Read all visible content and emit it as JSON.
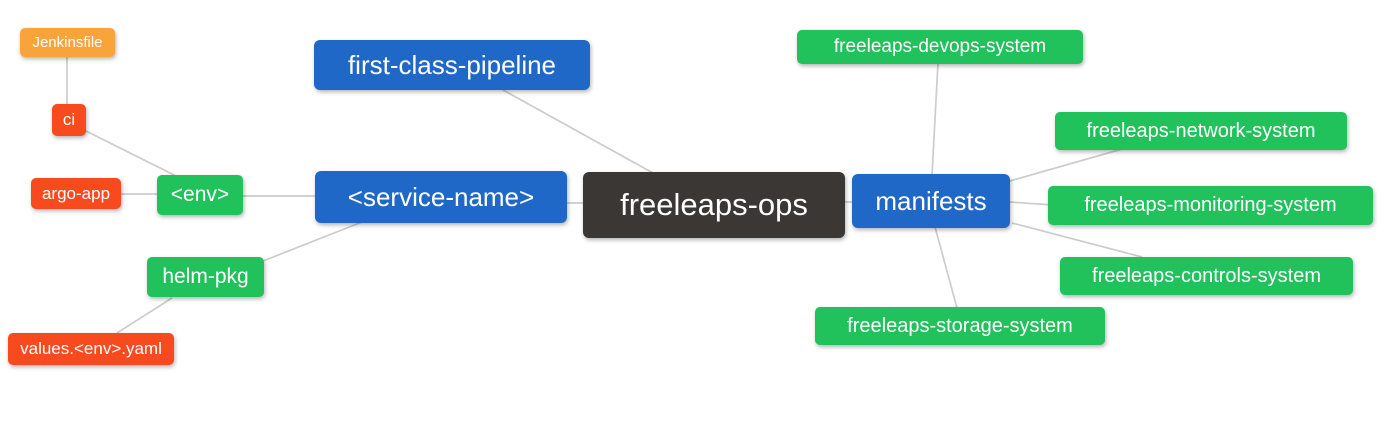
{
  "diagram": {
    "background": "#ffffff",
    "edge_color": "#cccccc",
    "palette": {
      "blue": "#2068c8",
      "green": "#21c15c",
      "orange": "#f9a43b",
      "red": "#f74a1f",
      "dark": "#3b3734"
    },
    "nodes": [
      {
        "id": "jenkinsfile",
        "label": "Jenkinsfile",
        "color": "orange"
      },
      {
        "id": "ci",
        "label": "ci",
        "color": "red"
      },
      {
        "id": "argo-app",
        "label": "argo-app",
        "color": "red"
      },
      {
        "id": "env",
        "label": "<env>",
        "color": "green"
      },
      {
        "id": "helm-pkg",
        "label": "helm-pkg",
        "color": "green"
      },
      {
        "id": "values-env-yaml",
        "label": "values.<env>.yaml",
        "color": "red"
      },
      {
        "id": "first-class-pipeline",
        "label": "first-class-pipeline",
        "color": "blue"
      },
      {
        "id": "service-name",
        "label": "<service-name>",
        "color": "blue"
      },
      {
        "id": "freeleaps-ops",
        "label": "freeleaps-ops",
        "color": "dark"
      },
      {
        "id": "manifests",
        "label": "manifests",
        "color": "blue"
      },
      {
        "id": "freeleaps-devops-system",
        "label": "freeleaps-devops-system",
        "color": "green"
      },
      {
        "id": "freeleaps-network-system",
        "label": "freeleaps-network-system",
        "color": "green"
      },
      {
        "id": "freeleaps-monitoring-system",
        "label": "freeleaps-monitoring-system",
        "color": "green"
      },
      {
        "id": "freeleaps-controls-system",
        "label": "freeleaps-controls-system",
        "color": "green"
      },
      {
        "id": "freeleaps-storage-system",
        "label": "freeleaps-storage-system",
        "color": "green"
      }
    ],
    "edges": [
      [
        "jenkinsfile",
        "ci"
      ],
      [
        "ci",
        "env"
      ],
      [
        "argo-app",
        "env"
      ],
      [
        "env",
        "service-name"
      ],
      [
        "helm-pkg",
        "service-name"
      ],
      [
        "values-env-yaml",
        "helm-pkg"
      ],
      [
        "first-class-pipeline",
        "freeleaps-ops"
      ],
      [
        "service-name",
        "freeleaps-ops"
      ],
      [
        "freeleaps-ops",
        "manifests"
      ],
      [
        "manifests",
        "freeleaps-devops-system"
      ],
      [
        "manifests",
        "freeleaps-network-system"
      ],
      [
        "manifests",
        "freeleaps-monitoring-system"
      ],
      [
        "manifests",
        "freeleaps-controls-system"
      ],
      [
        "manifests",
        "freeleaps-storage-system"
      ]
    ]
  }
}
